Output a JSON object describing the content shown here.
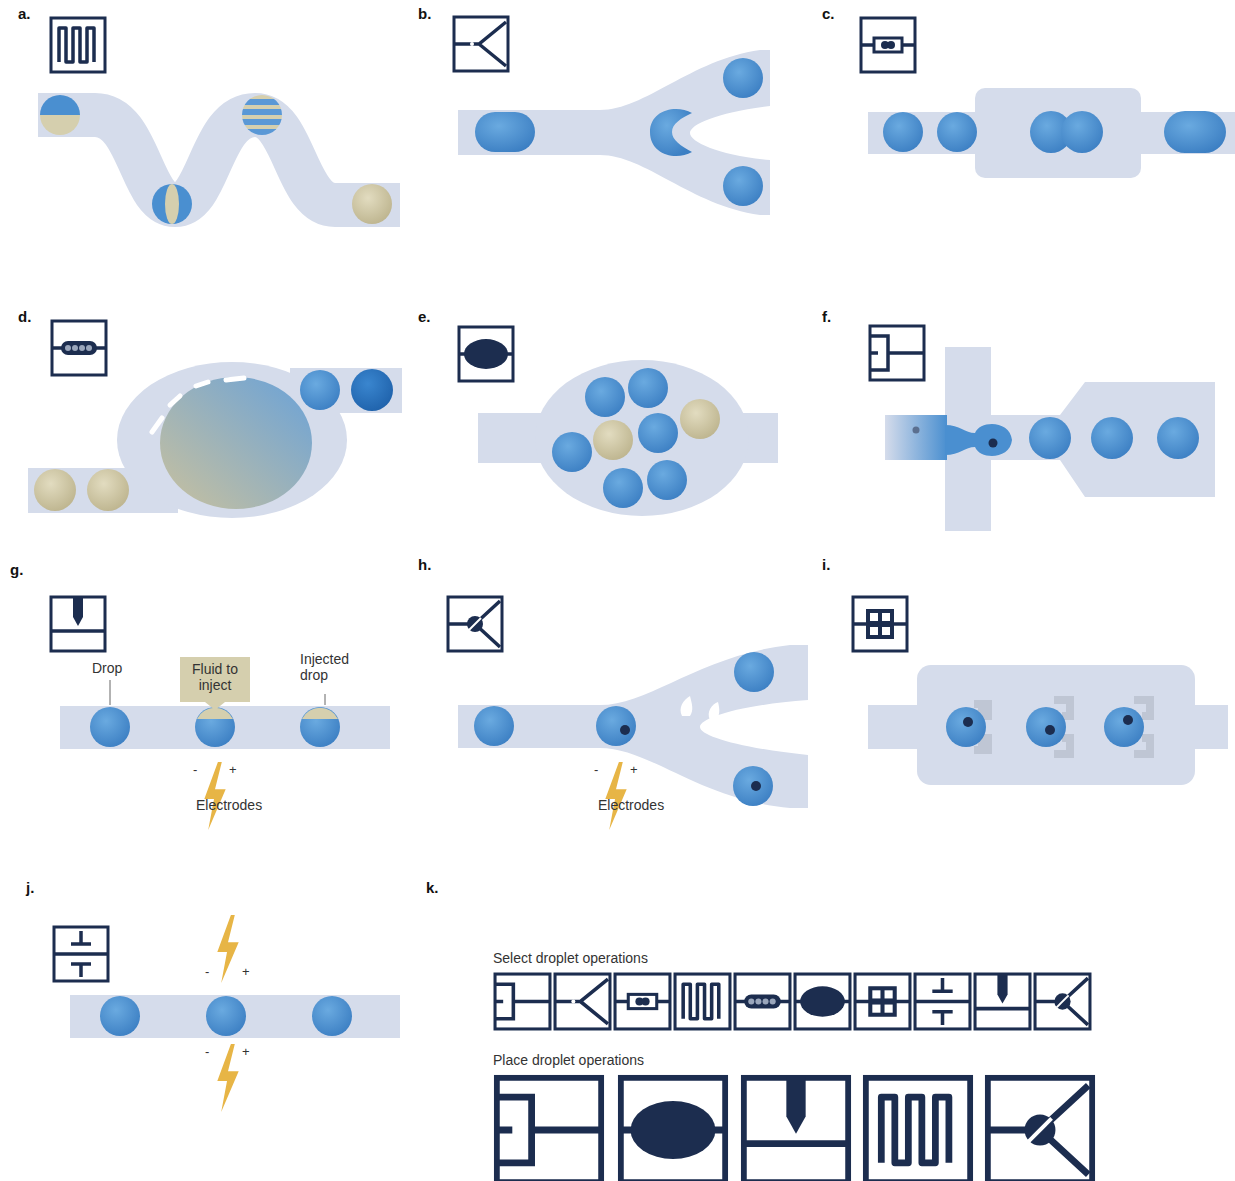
{
  "diagram": {
    "nodes": [
      {
        "text": [
          "Fluid to inject"
        ]
      }
    ],
    "labels": [
      "a.",
      "b.",
      "c.",
      "d.",
      "e.",
      "f.",
      "g.",
      "Drop",
      "Injected drop",
      "-",
      "+",
      "Electrodes",
      "h.",
      "-",
      "+",
      "Electrodes",
      "i.",
      "j.",
      "-",
      "+",
      "-",
      "+",
      "k.",
      "Select droplet operations",
      "Place droplet operations"
    ]
  }
}
